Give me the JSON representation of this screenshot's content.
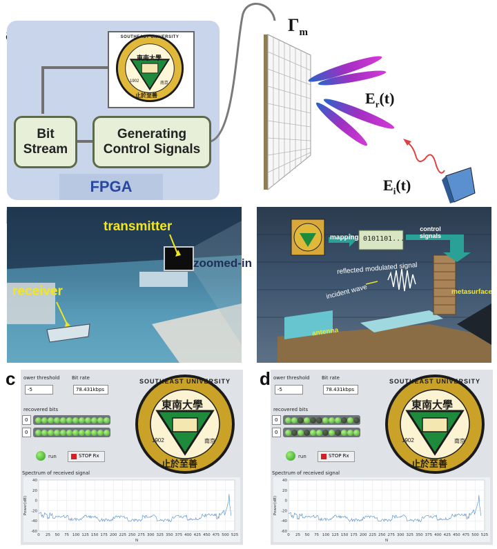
{
  "panels": {
    "a": "a",
    "b": "b",
    "c": "c",
    "d": "d"
  },
  "panel_a": {
    "fpga_label": "FPGA",
    "bit_stream_line1": "Bit",
    "bit_stream_line2": "Stream",
    "generating_line1": "Generating",
    "generating_line2": "Control Signals",
    "gamma_symbol": "Γ",
    "gamma_subscript": "m",
    "reflected_field": "E",
    "reflected_sub": "r",
    "reflected_arg": "(t)",
    "incident_field": "E",
    "incident_sub": "i",
    "incident_arg": "(t)",
    "colors": {
      "fpga_bg": "#c9d5ea",
      "box_fill": "#e7efd8",
      "beam": "#a12fc2"
    }
  },
  "logo": {
    "ring_text": "SOUTHEAST UNIVERSITY",
    "chinese_name": "東南大學",
    "year": "1902",
    "city": "南京",
    "motto": "止於至善",
    "colors": {
      "gold": "#c9a227",
      "green": "#1e8a3b",
      "dark": "#1b1b1b"
    }
  },
  "panel_b": {
    "transmitter": "transmitter",
    "receiver": "receiver",
    "zoomed_in": "zoomed-in",
    "mapping": "mapping",
    "bits": "0101101...",
    "control_signals_line1": "control",
    "control_signals_line2": "signals",
    "reflected_modulated_signal": "reflected modulated signal",
    "incident_wave": "incident wave",
    "metasurface": "metasurface",
    "antenna": "antenna"
  },
  "panel_c": {
    "power_threshold_label": "ower threshold",
    "power_threshold_value": "-5",
    "bit_rate_label": "Bit rate",
    "bit_rate_value": "78.431kbps",
    "recovered_bits_label": "recovered bits",
    "row_index": [
      "0",
      "0"
    ],
    "leds_row1": [
      1,
      1,
      1,
      1,
      1,
      1,
      1,
      1,
      1,
      1,
      1,
      1
    ],
    "leds_row2": [
      1,
      1,
      1,
      1,
      1,
      1,
      1,
      1,
      1,
      1,
      1,
      1
    ],
    "run_label": "run",
    "stop_label": "STOP Rx",
    "spectrum_title": "Spectrum of received signal",
    "ylabel": "Power(dB)",
    "xlabel": "N"
  },
  "panel_d": {
    "power_threshold_label": "ower threshold",
    "power_threshold_value": "-5",
    "bit_rate_label": "Bit rate",
    "bit_rate_value": "78.431kbps",
    "recovered_bits_label": "recovered bits",
    "row_index": [
      "0",
      "0"
    ],
    "leds_row1": [
      1,
      1,
      0,
      1,
      0,
      0,
      1,
      1,
      1,
      0,
      1,
      0
    ],
    "leds_row2": [
      1,
      0,
      1,
      0,
      1,
      1,
      0,
      1,
      0,
      1,
      1,
      1
    ],
    "run_label": "run",
    "stop_label": "STOP Rx",
    "spectrum_title": "Spectrum of received signal",
    "ylabel": "Power(dB)",
    "xlabel": "N"
  },
  "chart_data": [
    {
      "type": "line",
      "xlim": [
        0,
        525
      ],
      "ylim": [
        -60,
        40
      ],
      "x_ticks": [
        "0",
        "25",
        "50",
        "75",
        "100",
        "125",
        "150",
        "175",
        "200",
        "225",
        "250",
        "275",
        "300",
        "325",
        "350",
        "375",
        "400",
        "425",
        "450",
        "475",
        "500",
        "525"
      ],
      "y_ticks": [
        "40",
        "20",
        "0",
        "-20",
        "-40",
        "-60"
      ],
      "xlabel": "N",
      "ylabel": "Power(dB)",
      "grid": true,
      "series": [
        {
          "x": [
            0,
            10,
            20,
            30,
            40,
            50,
            75,
            100,
            125,
            150,
            175,
            200,
            225,
            250,
            275,
            300,
            325,
            350,
            375,
            400,
            425,
            450,
            475,
            490,
            500,
            505,
            510,
            515
          ],
          "y": [
            -22,
            -25,
            -28,
            -27,
            -29,
            -30,
            -31,
            -32,
            -31,
            -33,
            -32,
            -33,
            -32,
            -33,
            -32,
            -31,
            -32,
            -33,
            -32,
            -31,
            -30,
            -29,
            -28,
            -26,
            -20,
            -10,
            10,
            -30
          ]
        }
      ]
    },
    {
      "type": "line",
      "xlim": [
        0,
        525
      ],
      "ylim": [
        -60,
        40
      ],
      "x_ticks": [
        "0",
        "25",
        "50",
        "75",
        "100",
        "125",
        "150",
        "175",
        "200",
        "225",
        "250",
        "275",
        "300",
        "325",
        "350",
        "375",
        "400",
        "425",
        "450",
        "475",
        "500",
        "525"
      ],
      "y_ticks": [
        "40",
        "20",
        "0",
        "-20",
        "-40",
        "-60"
      ],
      "xlabel": "N",
      "ylabel": "Power(dB)",
      "grid": true,
      "series": [
        {
          "x": [
            0,
            10,
            20,
            30,
            40,
            50,
            75,
            100,
            125,
            150,
            175,
            200,
            225,
            250,
            275,
            300,
            325,
            350,
            375,
            400,
            425,
            450,
            475,
            490,
            500,
            505,
            510,
            515
          ],
          "y": [
            -22,
            -26,
            -28,
            -29,
            -28,
            -30,
            -31,
            -32,
            -31,
            -33,
            -32,
            -33,
            -32,
            -33,
            -32,
            -31,
            -32,
            -33,
            -32,
            -31,
            -30,
            -29,
            -28,
            -26,
            -18,
            -8,
            8,
            -30
          ]
        }
      ]
    }
  ]
}
